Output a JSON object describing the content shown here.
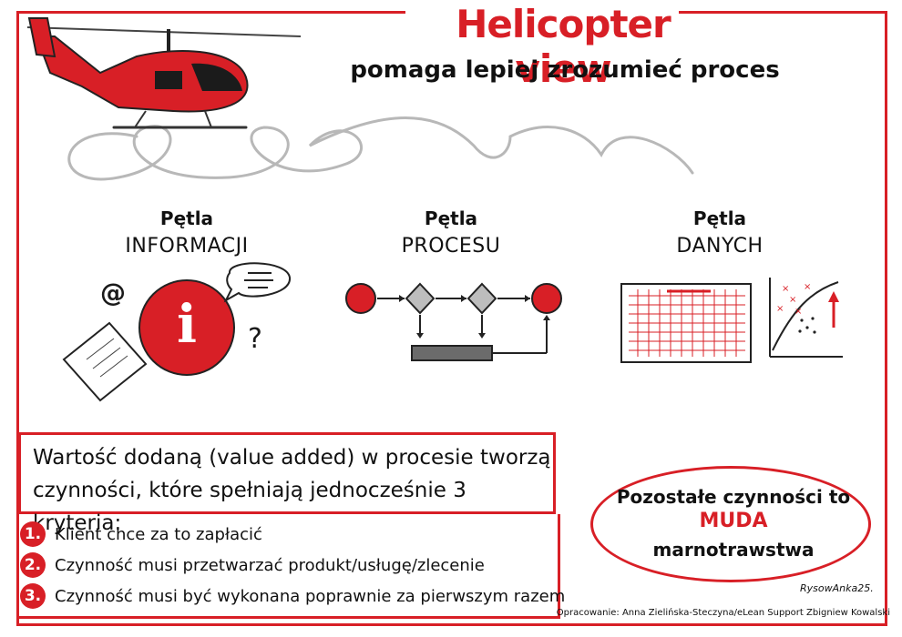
{
  "header": {
    "title": "Helicopter view",
    "subtitle": "pomaga lepiej zrozumieć proces"
  },
  "loops": [
    {
      "word": "Pętla",
      "name": "INFORMACJI",
      "icon": "information-icon"
    },
    {
      "word": "Pętla",
      "name": "PROCESU",
      "icon": "process-flow-icon"
    },
    {
      "word": "Pętla",
      "name": "DANYCH",
      "icon": "data-table-icon"
    }
  ],
  "info_icon_letters": {
    "at": "@",
    "question": "?",
    "info": "i"
  },
  "value_added": {
    "line1": "Wartość dodaną (value added) w procesie tworzą",
    "line2": "czynności, które spełniają jednocześnie 3 kryteria:"
  },
  "criteria": [
    {
      "num": "1.",
      "text": "Klient chce za to zapłacić"
    },
    {
      "num": "2.",
      "text": "Czynność musi przetwarzać produkt/usługę/zlecenie"
    },
    {
      "num": "3.",
      "text": "Czynność musi być wykonana poprawnie za pierwszym razem"
    }
  ],
  "muda": {
    "line1": "Pozostałe czynności to",
    "word": "MUDA",
    "line3": "marnotrawstwa"
  },
  "signature": "RysowAnka25.",
  "credit": "Opracowanie: Anna Zielińska-Steczyna/eLean Support Zbigniew Kowalski",
  "colors": {
    "accent": "#d81f26",
    "ink": "#111111",
    "grey": "#9a9a9a"
  }
}
